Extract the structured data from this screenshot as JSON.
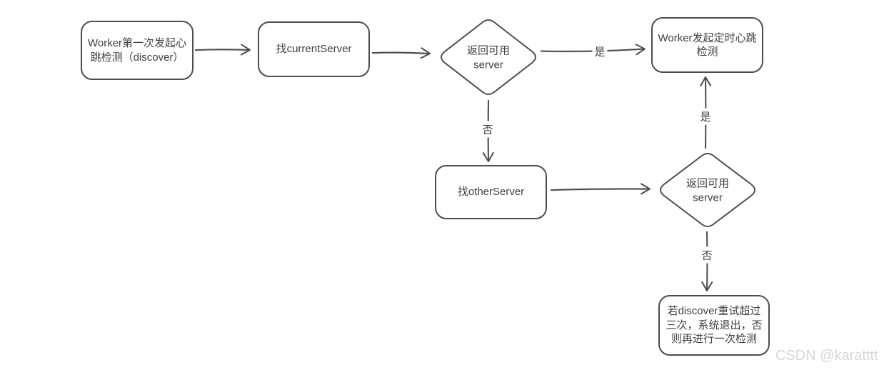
{
  "diagram": {
    "type": "flowchart",
    "nodes": [
      {
        "id": "start",
        "shape": "rounded-rect",
        "label": "Worker第一次发起心跳检测（discover）"
      },
      {
        "id": "find-current-server",
        "shape": "rounded-rect",
        "label": "找currentServer"
      },
      {
        "id": "decision-current-available",
        "shape": "diamond",
        "label": "返回可用 server"
      },
      {
        "id": "periodic-heartbeat",
        "shape": "rounded-rect",
        "label": "Worker发起定时心跳检测"
      },
      {
        "id": "find-other-server",
        "shape": "rounded-rect",
        "label": "找otherServer"
      },
      {
        "id": "decision-other-available",
        "shape": "diamond",
        "label": "返回可用 server"
      },
      {
        "id": "retry-or-exit",
        "shape": "rounded-rect",
        "label": "若discover重试超过三次，系统退出，否则再进行一次检测"
      }
    ],
    "edges": [
      {
        "from": "start",
        "to": "find-current-server",
        "label": ""
      },
      {
        "from": "find-current-server",
        "to": "decision-current-available",
        "label": ""
      },
      {
        "from": "decision-current-available",
        "to": "periodic-heartbeat",
        "label": "是"
      },
      {
        "from": "decision-current-available",
        "to": "find-other-server",
        "label": "否"
      },
      {
        "from": "find-other-server",
        "to": "decision-other-available",
        "label": ""
      },
      {
        "from": "decision-other-available",
        "to": "periodic-heartbeat",
        "label": "是"
      },
      {
        "from": "decision-other-available",
        "to": "retry-or-exit",
        "label": "否"
      }
    ],
    "colors": {
      "stroke": "#4d4d4d",
      "text": "#3f3f3f",
      "background": "#ffffff",
      "watermark": "#d6d6d6"
    }
  },
  "watermark": {
    "text": "CSDN @karatttt"
  }
}
